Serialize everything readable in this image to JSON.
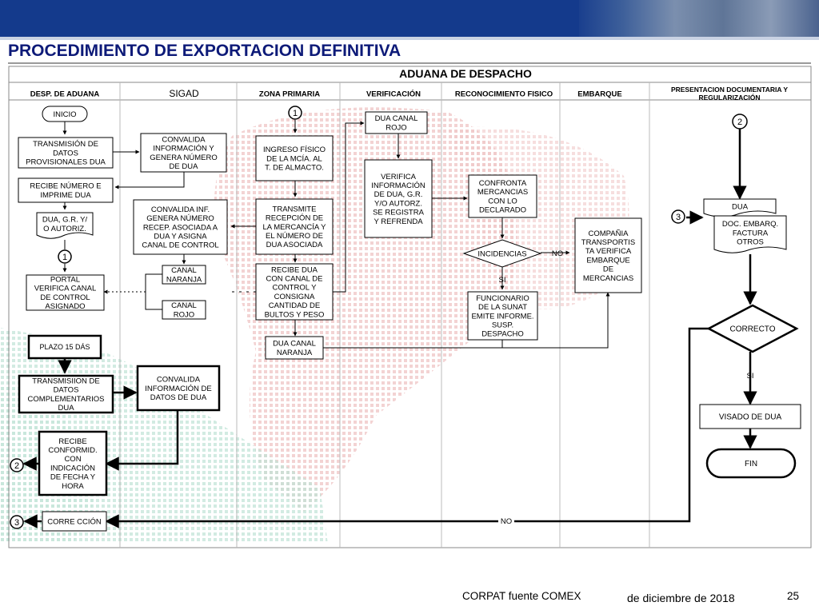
{
  "slide": {
    "title": "PROCEDIMIENTO DE EXPORTACION DEFINITIVA",
    "page_number": "25",
    "footer_source": "CORPAT  fuente  COMEX",
    "footer_date": "de diciembre de 2018"
  },
  "diagram": {
    "header": "ADUANA DE DESPACHO",
    "lanes": [
      "DESP. DE ADUANA",
      "SIGAD",
      "ZONA PRIMARIA",
      "VERIFICACIÓN",
      "RECONOCIMIENTO FISICO",
      "EMBARQUE",
      [
        "PRESENTACION DOCUMENTARIA Y",
        "REGULARIZACIÓN"
      ]
    ],
    "nodes": {
      "inicio": [
        "INICIO"
      ],
      "transmision_datos": [
        "TRANSMISIÓN DE",
        "DATOS",
        "PROVISIONALES DUA"
      ],
      "recibe_numero": [
        "RECIBE NÚMERO E",
        "IMPRIME DUA"
      ],
      "dua_gr": [
        "DUA, G.R. Y/",
        "O AUTORIZ."
      ],
      "portal": [
        "PORTAL",
        "VERIFICA CANAL",
        "DE CONTROL",
        "ASIGNADO"
      ],
      "plazo": [
        "PLAZO 15 DÁS"
      ],
      "transmision_compl": [
        "TRANSMISIION DE",
        "DATOS",
        "COMPLEMENTARIOS",
        "DUA"
      ],
      "recibe_conformid": [
        "RECIBE",
        "CONFORMID.",
        "CON",
        "INDICACIÓN",
        "DE FECHA Y",
        "HORA"
      ],
      "correccion": [
        "CORRE CCIÓN"
      ],
      "convalida_info": [
        "CONVALIDA",
        "INFORMACIÓN Y",
        "GENERA NÚMERO",
        "DE DUA"
      ],
      "convalida_inf": [
        "CONVALIDA INF.",
        "GENERA NÚMERO",
        "RECEP. ASOCIADA A",
        "DUA Y ASIGNA",
        "CANAL DE CONTROL"
      ],
      "canal_naranja": [
        "CANAL",
        "NARANJA"
      ],
      "canal_rojo": [
        "CANAL",
        "ROJO"
      ],
      "convalida_datos": [
        "CONVALIDA",
        "INFORMACIÓN DE",
        "DATOS DE DUA"
      ],
      "ingreso": [
        "INGRESO FÍSICO",
        "DE LA MCÍA. AL",
        "T. DE ALMACTO."
      ],
      "transmite": [
        "TRANSMITE",
        "RECEPCIÓN DE",
        "LA MERCANCÍA Y",
        "EL NÚMERO DE",
        "DUA ASOCIADA"
      ],
      "recibe_dua": [
        "RECIBE  DUA",
        "CON CANAL DE",
        "CONTROL Y",
        "CONSIGNA",
        "CANTIDAD DE",
        "BULTOS Y PESO"
      ],
      "dua_naranja": [
        "DUA CANAL",
        "NARANJA"
      ],
      "dua_rojo": [
        "DUA CANAL",
        "ROJO"
      ],
      "verifica": [
        "VERIFICA",
        "INFORMACIÓN",
        "DE DUA, G.R.",
        "Y/O AUTORZ.",
        "SE REGISTRA",
        "Y REFRENDA"
      ],
      "confronta": [
        "CONFRONTA",
        "MERCANCIAS",
        "CON LO",
        "DECLARADO"
      ],
      "incidencias": [
        "INCIDENCIAS"
      ],
      "funcionario": [
        "FUNCIONARIO",
        "DE LA SUNAT",
        "EMITE INFORME.",
        "SUSP.",
        "DESPACHO"
      ],
      "compania": [
        "COMPAÑIA",
        "TRANSPORTIS",
        "TA VERIFICA",
        "EMBARQUE",
        "DE",
        "MERCANCIAS"
      ],
      "dua_doc": [
        "DUA"
      ],
      "doc_embarq": [
        "DOC. EMBARQ.",
        "FACTURA",
        "OTROS"
      ],
      "correcto": [
        "CORRECTO"
      ],
      "visado": [
        "VISADO DE  DUA"
      ],
      "fin": [
        "FIN"
      ]
    },
    "connectors": {
      "c1": "1",
      "c2": "2",
      "c3": "3"
    },
    "edge_labels": {
      "no": "NO",
      "si": "SI"
    }
  }
}
